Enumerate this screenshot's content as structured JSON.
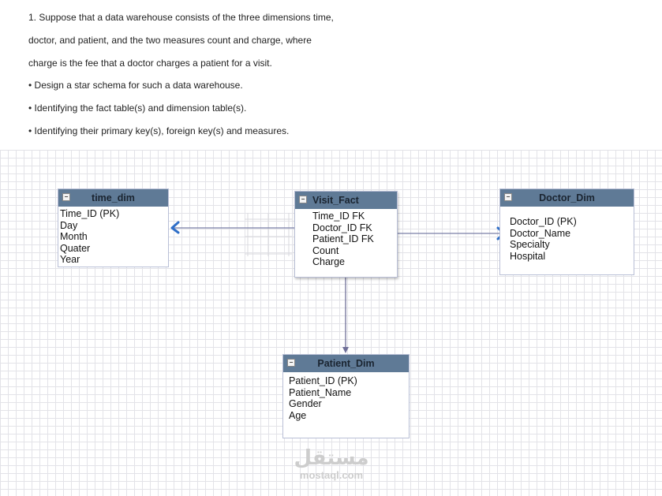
{
  "question": {
    "lines": [
      "1. Suppose that a data warehouse consists of the three dimensions time,",
      "doctor, and patient, and the two measures count and charge, where",
      "charge is the fee that a doctor charges a patient for a visit.",
      "• Design a star schema for such a data warehouse.",
      "• Identifying the fact table(s) and dimension table(s).",
      "• Identifying their primary key(s), foreign key(s) and measures."
    ]
  },
  "tables": {
    "time_dim": {
      "title": "time_dim",
      "fields": [
        "Time_ID (PK)",
        "Day",
        "Month",
        "Quater",
        "Year"
      ]
    },
    "visit_fact": {
      "title": "Visit_Fact",
      "fields": [
        "Time_ID FK",
        "Doctor_ID FK",
        "Patient_ID FK",
        "Count",
        "Charge"
      ]
    },
    "doctor_dim": {
      "title": "Doctor_Dim",
      "fields": [
        "Doctor_ID (PK)",
        "Doctor_Name",
        "Specialty",
        "Hospital"
      ]
    },
    "patient_dim": {
      "title": "Patient_Dim",
      "fields": [
        "Patient_ID (PK)",
        "Patient_Name",
        "Gender",
        "Age"
      ]
    }
  },
  "collapse_symbol": "−",
  "watermark": {
    "arabic": "مستقل",
    "latin": "mostaql.com"
  },
  "colors": {
    "header": "#5f7a96",
    "connector": "#7a7fa8",
    "arrow_accent": "#2f6fc8",
    "grid": "#e3e3e8"
  }
}
